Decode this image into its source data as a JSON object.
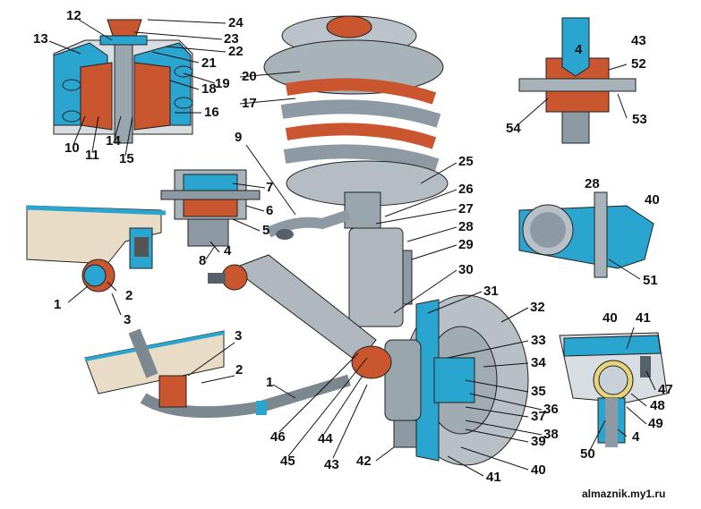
{
  "watermark": "almaznik.my1.ru",
  "callouts": [
    "1",
    "2",
    "3",
    "4",
    "5",
    "6",
    "7",
    "8",
    "9",
    "10",
    "11",
    "12",
    "13",
    "14",
    "15",
    "16",
    "17",
    "18",
    "19",
    "20",
    "21",
    "22",
    "23",
    "24",
    "25",
    "26",
    "27",
    "28",
    "29",
    "30",
    "31",
    "32",
    "33",
    "34",
    "35",
    "36",
    "37",
    "38",
    "39",
    "40",
    "41",
    "42",
    "43",
    "44",
    "45",
    "46",
    "47",
    "48",
    "49",
    "50",
    "51",
    "52",
    "53",
    "54"
  ],
  "colors": {
    "metal": "#8e9aa3",
    "metal_light": "#c9d1d6",
    "metal_dark": "#55606a",
    "rubber": "#c9562e",
    "section_blue": "#2aa5cf",
    "body_panel": "#e8dcc6",
    "outline": "#1d1d1d"
  }
}
